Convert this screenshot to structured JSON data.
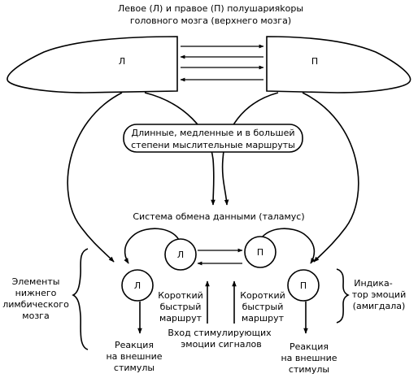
{
  "title": {
    "line1": "Левое (Л) и правое (П) полушарияkоры",
    "line2": "головного мозга (верхнего мозга)"
  },
  "hemispheres": {
    "left_label": "Л",
    "right_label": "П"
  },
  "long_routes": {
    "line1": "Длинные, медленные и в большей",
    "line2": "степени мыслительные маршруты"
  },
  "thalamus": {
    "label": "Система обмена данными (таламус)",
    "left_label": "Л",
    "right_label": "П"
  },
  "lower_nodes": {
    "left_label": "Л",
    "right_label": "П"
  },
  "limbic_elements": {
    "line1": "Элементы",
    "line2": "нижнего",
    "line3": "лимбического",
    "line4": "мозга"
  },
  "emotion_indicator": {
    "line1": "Индика-",
    "line2": "тор эмоций",
    "line3": "(амигдала)"
  },
  "short_route_left": {
    "line1": "Короткий",
    "line2": "быстрый",
    "line3": "маршрут"
  },
  "short_route_right": {
    "line1": "Короткий",
    "line2": "быстрый",
    "line3": "маршрут"
  },
  "stimulus_input": {
    "line1": "Вход стимулирующих",
    "line2": "эмоции сигналов"
  },
  "reaction_left": {
    "line1": "Реакция",
    "line2": "на внешние",
    "line3": "стимулы"
  },
  "reaction_right": {
    "line1": "Реакция",
    "line2": "на внешние",
    "line3": "стимулы"
  }
}
